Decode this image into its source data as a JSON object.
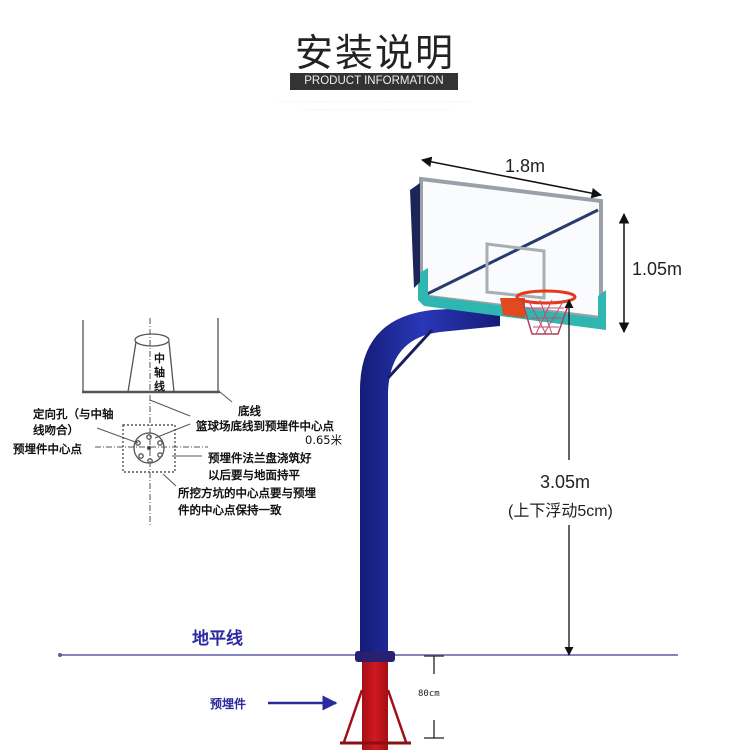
{
  "header": {
    "title_cn": "安装说明",
    "title_en": "PRODUCT INFORMATION",
    "fine_print": [
      "· · · · · · · · · · · · · · · · · · · · · · · · · · · · · · · · · · · · · · · · · · · · · · · · · · · ·",
      "· · · · · · · · · · · · · · · · · · · · · · · · · · · · · · · · · · · · · · · ·"
    ]
  },
  "dimensions": {
    "backboard_width": "1.8m",
    "backboard_height": "1.05m",
    "rim_height": "3.05m",
    "rim_tolerance": "(上下浮动5cm)",
    "embed_depth": "80cm"
  },
  "ground": {
    "label": "地平线",
    "embedded_part_label": "预埋件"
  },
  "detail_diagram": {
    "axis_label": "中轴线",
    "notes": {
      "baseline": "底线",
      "distance_line1": "篮球场底线到预埋件中心点",
      "distance_line2": "0.65米",
      "flange_line1": "预埋件法兰盘浇筑好",
      "flange_line2": "以后要与地面持平",
      "pit_line1": "所挖方坑的中心点要与预埋",
      "pit_line2": "件的中心点保持一致",
      "orient_hole_line1": "定向孔（与中轴",
      "orient_hole_line2": "线吻合）",
      "center_point": "预埋件中心点"
    }
  },
  "colors": {
    "pole_blue": "#1f2a9c",
    "base_red": "#c0141c",
    "backboard_teal": "#2fb6b0",
    "rim_orange": "#e84a1e",
    "ground_line": "#7a7ab8",
    "label_blue": "#2a2aa0"
  }
}
